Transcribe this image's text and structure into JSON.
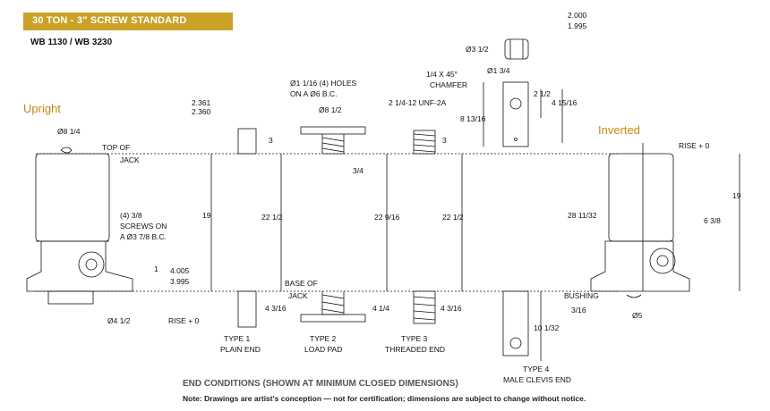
{
  "header": {
    "title": "30 TON - 3\" SCREW STANDARD",
    "models": "WB 1130 / WB 3230",
    "color": "#c9a227"
  },
  "views": {
    "upright": "Upright",
    "inverted": "Inverted",
    "accent": "#c38a12"
  },
  "reference_lines": {
    "top": [
      "TOP OF",
      "JACK"
    ],
    "base": [
      "BASE OF",
      "JACK"
    ]
  },
  "upright_dims": {
    "dia_top": "Ø8 1/4",
    "height": "19",
    "screws": [
      "(4) 3/8",
      "SCREWS ON",
      "A Ø3 7/8 B.C."
    ],
    "one": "1",
    "flange": [
      "4.005",
      "3.995"
    ],
    "dia_base": "Ø4 1/2",
    "rise": "RISE + 0"
  },
  "end_dims": {
    "plain_dia": [
      "2.361",
      "2.360"
    ],
    "plain_h": "3",
    "plain_below": "4 3/16",
    "pad_holes": [
      "Ø1 1/16 (4) HOLES",
      "ON A  Ø6 B.C."
    ],
    "pad_dia": "Ø8 1/2",
    "pad_three_q": "3/4",
    "pad_below": "4 1/4",
    "thread": "2 1/4-12 UNF-2A",
    "thread_h": "3",
    "thread_below": "4 3/16",
    "h22_1": "22 1/2",
    "h22_9": "22 9/16",
    "h22_2": "22 1/2",
    "h28": "28 11/32"
  },
  "clevis_dims": {
    "top_dim": [
      "2.000",
      "1.995"
    ],
    "dia31": "Ø3 1/2",
    "dia13": "Ø1 3/4",
    "chamfer": [
      "1/4 X 45°",
      "CHAMFER"
    ],
    "two_half": "2 1/2",
    "four": "4 15/16",
    "eight": "8 13/16",
    "ten": "10 1/32"
  },
  "inverted_dims": {
    "rise": "RISE + 0",
    "h19": "19",
    "six": "6 3/8",
    "bushing": "BUSHING",
    "three16": "3/16",
    "dia5": "Ø5"
  },
  "types": {
    "t1": [
      "TYPE 1",
      "PLAIN END"
    ],
    "t2": [
      "TYPE 2",
      "LOAD PAD"
    ],
    "t3": [
      "TYPE 3",
      "THREADED END"
    ],
    "t4": [
      "TYPE 4",
      "MALE CLEVIS END"
    ]
  },
  "footer": {
    "title": "END CONDITIONS (SHOWN AT MINIMUM CLOSED DIMENSIONS)",
    "note": "Note: Drawings are artist's conception — not for certification; dimensions are subject to change without notice."
  }
}
